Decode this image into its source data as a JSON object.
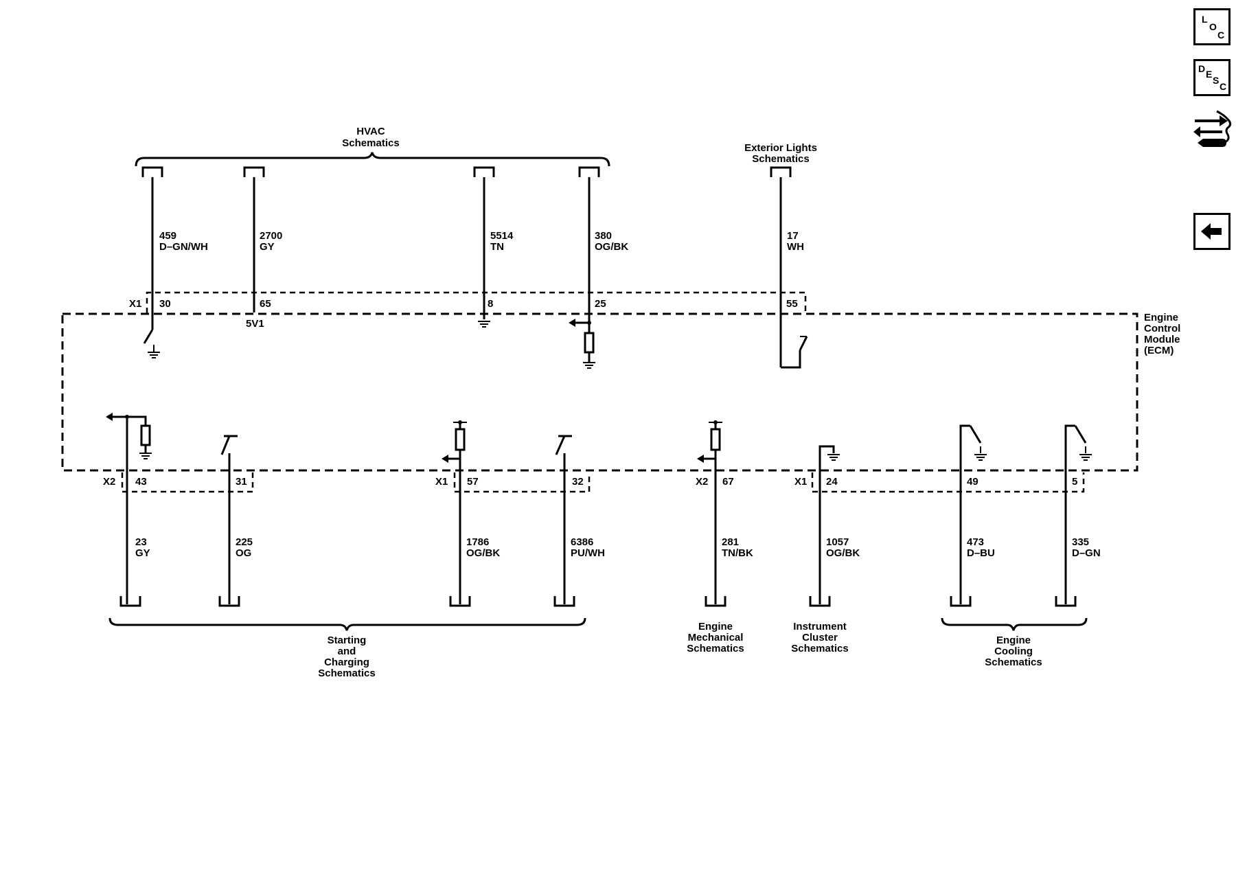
{
  "side_buttons": {
    "loc": [
      "L",
      "O",
      "C"
    ],
    "desc": [
      "D",
      "E",
      "S",
      "C"
    ]
  },
  "module": {
    "name_lines": [
      "Engine",
      "Control",
      "Module",
      "(ECM)"
    ]
  },
  "top_groups": {
    "hvac": [
      "HVAC",
      "Schematics"
    ],
    "exterior": [
      "Exterior Lights",
      "Schematics"
    ]
  },
  "top_wires": [
    {
      "circuit": "459",
      "color": "D–GN/WH",
      "pin": "30",
      "connector": "X1"
    },
    {
      "circuit": "2700",
      "color": "GY",
      "pin": "65",
      "note": "5V1"
    },
    {
      "circuit": "5514",
      "color": "TN",
      "pin": "8"
    },
    {
      "circuit": "380",
      "color": "OG/BK",
      "pin": "25"
    },
    {
      "circuit": "17",
      "color": "WH",
      "pin": "55"
    }
  ],
  "bottom_connectors": {
    "x2a": "X2",
    "x1a": "X1",
    "x2b": "X2",
    "x1b": "X1"
  },
  "bottom_wires": [
    {
      "circuit": "23",
      "color": "GY",
      "pin": "43"
    },
    {
      "circuit": "225",
      "color": "OG",
      "pin": "31"
    },
    {
      "circuit": "1786",
      "color": "OG/BK",
      "pin": "57"
    },
    {
      "circuit": "6386",
      "color": "PU/WH",
      "pin": "32"
    },
    {
      "circuit": "281",
      "color": "TN/BK",
      "pin": "67"
    },
    {
      "circuit": "1057",
      "color": "OG/BK",
      "pin": "24"
    },
    {
      "circuit": "473",
      "color": "D–BU",
      "pin": "49"
    },
    {
      "circuit": "335",
      "color": "D–GN",
      "pin": "5"
    }
  ],
  "bottom_groups": {
    "starting": [
      "Starting",
      "and",
      "Charging",
      "Schematics"
    ],
    "engine_mech": [
      "Engine",
      "Mechanical",
      "Schematics"
    ],
    "cluster": [
      "Instrument",
      "Cluster",
      "Schematics"
    ],
    "cooling": [
      "Engine",
      "Cooling",
      "Schematics"
    ]
  },
  "icons": {
    "connector": "connector-arrows-icon",
    "back": "back-arrow-icon",
    "ground": "ground-icon",
    "resistor": "resistor-icon",
    "switch": "switch-icon"
  }
}
